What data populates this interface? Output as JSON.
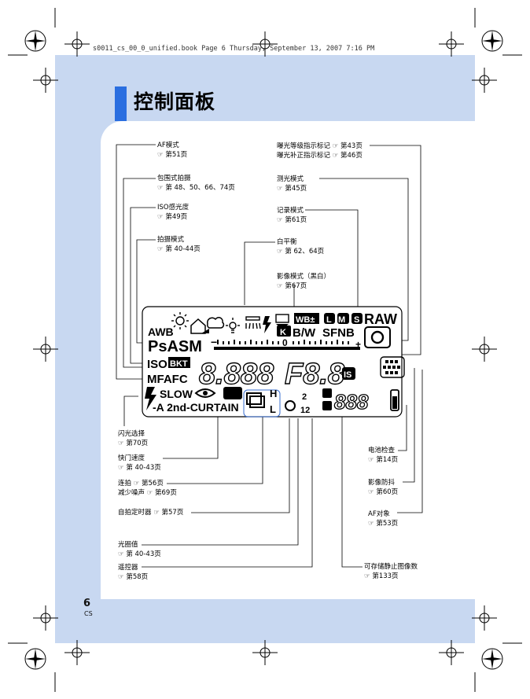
{
  "header": {
    "file_line": "s0011_cs_00_0_unified.book  Page 6  Thursday, September 13, 2007  7:16 PM"
  },
  "title": "控制面板",
  "page": {
    "number": "6",
    "lang": "CS"
  },
  "left_labels": [
    {
      "id": "af-mode",
      "title": "AF模式",
      "ref": "☞ 第51页"
    },
    {
      "id": "bracketing",
      "title": "包围式拍摄",
      "ref": "☞ 第 48、50、66、74页"
    },
    {
      "id": "iso",
      "title": "ISO感光度",
      "ref": "☞ 第49页"
    },
    {
      "id": "shoot-mode",
      "title": "拍摄模式",
      "ref": "☞ 第 40-44页"
    }
  ],
  "right_labels": [
    {
      "id": "exposure-indicator",
      "title": "曝光等级指示标记 ☞ 第43页",
      "ref": "曝光补正指示标记 ☞ 第46页"
    },
    {
      "id": "metering",
      "title": "测光模式",
      "ref": "☞ 第45页"
    },
    {
      "id": "record-mode",
      "title": "记录模式",
      "ref": "☞ 第61页"
    },
    {
      "id": "white-balance",
      "title": "白平衡",
      "ref": "☞ 第 62、64页"
    },
    {
      "id": "picture-mode",
      "title": "影像模式（黑白）",
      "ref": "☞ 第67页"
    }
  ],
  "bottom_left_labels": [
    {
      "id": "flash-select",
      "title": "闪光选择",
      "ref": "☞ 第70页"
    },
    {
      "id": "shutter",
      "title": "快门速度",
      "ref": "☞ 第 40-43页"
    },
    {
      "id": "sequential",
      "title": "连拍 ☞ 第56页",
      "ref": "减少噪声 ☞ 第69页"
    },
    {
      "id": "self-timer",
      "title": "自拍定时器 ☞ 第57页",
      "ref": ""
    },
    {
      "id": "aperture",
      "title": "光圈值",
      "ref": "☞ 第 40-43页"
    },
    {
      "id": "remote",
      "title": "遥控器",
      "ref": "☞ 第58页"
    }
  ],
  "bottom_right_labels": [
    {
      "id": "battery",
      "title": "电池检查",
      "ref": "☞ 第14页"
    },
    {
      "id": "stabilizer",
      "title": "影像防抖",
      "ref": "☞ 第60页"
    },
    {
      "id": "af-target",
      "title": "AF对象",
      "ref": "☞ 第53页"
    },
    {
      "id": "storable",
      "title": "可存储静止图像数",
      "ref": "☞ 第133页"
    }
  ],
  "lcd": {
    "awb": "AWB",
    "psasm": "PsASM",
    "iso": "ISO",
    "bkt": "BKT",
    "mfafc": "MFAFC",
    "shutter": "8.888",
    "fnum": "F8.8",
    "is": "IS",
    "slow": "SLOW",
    "a2nd": "-A 2nd-CURTAIN",
    "raw": "RAW",
    "lms": [
      "L",
      "M",
      "S"
    ],
    "sfnb": "SFNB",
    "bw": "B/W",
    "k": "K",
    "wb": "WB±",
    "zero": "0",
    "plus": "+",
    "minus": "−",
    "count": "888",
    "h": "H",
    "l": "L",
    "n2": "2",
    "n12": "12"
  }
}
